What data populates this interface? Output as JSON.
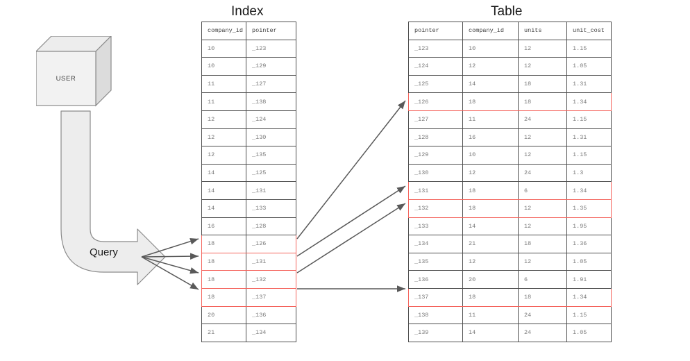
{
  "diagram": {
    "titles": {
      "index": "Index",
      "table": "Table"
    },
    "actor": {
      "label": "USER",
      "shape": "3d-cube"
    },
    "flow": {
      "label": "Query",
      "shape": "block-arrow"
    },
    "highlight_color": "#f4635c",
    "border_color": "#4d4d4d",
    "text_color": "#7a7a7a"
  },
  "index_table": {
    "name": "Index",
    "columns": [
      "company_id",
      "pointer"
    ],
    "rows": [
      {
        "company_id": "10",
        "pointer": "_123",
        "highlight": false
      },
      {
        "company_id": "10",
        "pointer": "_129",
        "highlight": false
      },
      {
        "company_id": "11",
        "pointer": "_127",
        "highlight": false
      },
      {
        "company_id": "11",
        "pointer": "_138",
        "highlight": false
      },
      {
        "company_id": "12",
        "pointer": "_124",
        "highlight": false
      },
      {
        "company_id": "12",
        "pointer": "_130",
        "highlight": false
      },
      {
        "company_id": "12",
        "pointer": "_135",
        "highlight": false
      },
      {
        "company_id": "14",
        "pointer": "_125",
        "highlight": false
      },
      {
        "company_id": "14",
        "pointer": "_131",
        "highlight": false
      },
      {
        "company_id": "14",
        "pointer": "_133",
        "highlight": false
      },
      {
        "company_id": "16",
        "pointer": "_128",
        "highlight": false
      },
      {
        "company_id": "18",
        "pointer": "_126",
        "highlight": true
      },
      {
        "company_id": "18",
        "pointer": "_131",
        "highlight": true
      },
      {
        "company_id": "18",
        "pointer": "_132",
        "highlight": true
      },
      {
        "company_id": "18",
        "pointer": "_137",
        "highlight": true
      },
      {
        "company_id": "20",
        "pointer": "_136",
        "highlight": false
      },
      {
        "company_id": "21",
        "pointer": "_134",
        "highlight": false
      }
    ]
  },
  "main_table": {
    "name": "Table",
    "columns": [
      "pointer",
      "company_id",
      "units",
      "unit_cost"
    ],
    "rows": [
      {
        "pointer": "_123",
        "company_id": "10",
        "units": "12",
        "unit_cost": "1.15",
        "highlight": false
      },
      {
        "pointer": "_124",
        "company_id": "12",
        "units": "12",
        "unit_cost": "1.05",
        "highlight": false
      },
      {
        "pointer": "_125",
        "company_id": "14",
        "units": "18",
        "unit_cost": "1.31",
        "highlight": false
      },
      {
        "pointer": "_126",
        "company_id": "18",
        "units": "18",
        "unit_cost": "1.34",
        "highlight": true
      },
      {
        "pointer": "_127",
        "company_id": "11",
        "units": "24",
        "unit_cost": "1.15",
        "highlight": false
      },
      {
        "pointer": "_128",
        "company_id": "16",
        "units": "12",
        "unit_cost": "1.31",
        "highlight": false
      },
      {
        "pointer": "_129",
        "company_id": "10",
        "units": "12",
        "unit_cost": "1.15",
        "highlight": false
      },
      {
        "pointer": "_130",
        "company_id": "12",
        "units": "24",
        "unit_cost": "1.3",
        "highlight": false
      },
      {
        "pointer": "_131",
        "company_id": "18",
        "units": "6",
        "unit_cost": "1.34",
        "highlight": true
      },
      {
        "pointer": "_132",
        "company_id": "18",
        "units": "12",
        "unit_cost": "1.35",
        "highlight": true
      },
      {
        "pointer": "_133",
        "company_id": "14",
        "units": "12",
        "unit_cost": "1.95",
        "highlight": false
      },
      {
        "pointer": "_134",
        "company_id": "21",
        "units": "18",
        "unit_cost": "1.36",
        "highlight": false
      },
      {
        "pointer": "_135",
        "company_id": "12",
        "units": "12",
        "unit_cost": "1.05",
        "highlight": false
      },
      {
        "pointer": "_136",
        "company_id": "20",
        "units": "6",
        "unit_cost": "1.91",
        "highlight": false
      },
      {
        "pointer": "_137",
        "company_id": "18",
        "units": "18",
        "unit_cost": "1.34",
        "highlight": true
      },
      {
        "pointer": "_138",
        "company_id": "11",
        "units": "24",
        "unit_cost": "1.15",
        "highlight": false
      },
      {
        "pointer": "_139",
        "company_id": "14",
        "units": "24",
        "unit_cost": "1.05",
        "highlight": false
      }
    ]
  }
}
